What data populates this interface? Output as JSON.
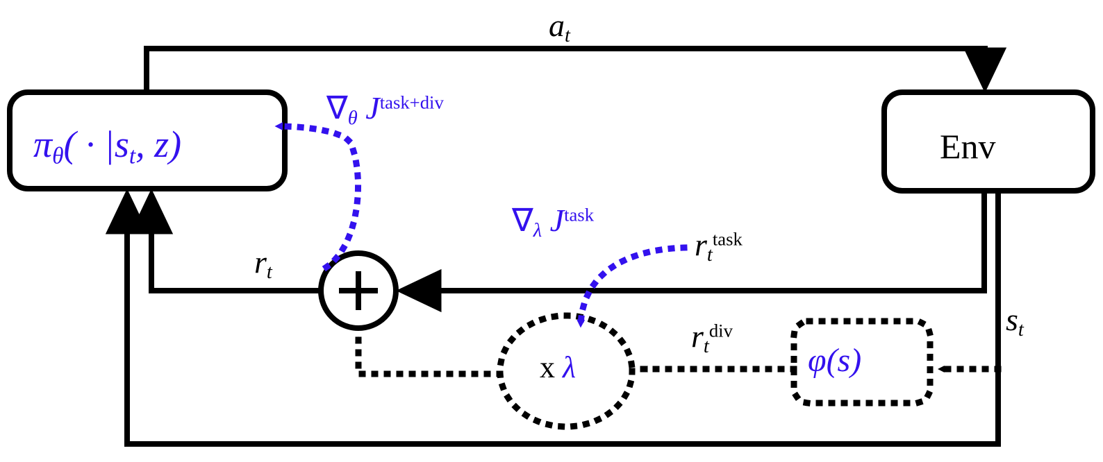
{
  "figure": {
    "type": "block-diagram",
    "title": "Diversity-augmented RL training loop",
    "background_color": "#ffffff",
    "accent_color": "#3311ee",
    "line_color": "#000000"
  },
  "nodes": {
    "policy": {
      "name": "policy-box",
      "label_pi": "π",
      "label_theta": "θ",
      "label_args": "( · |",
      "label_state": "s",
      "label_state_sub": "t",
      "label_comma_z": ", z)",
      "full_label": "πθ(·|s_t, z)",
      "style": "solid-rounded",
      "text_color": "#3311ee"
    },
    "env": {
      "name": "env-box",
      "label": "Env",
      "style": "solid-rounded",
      "text_color": "#000000"
    },
    "sum": {
      "name": "sum-node",
      "label": "+",
      "style": "solid-circle",
      "text_color": "#000000"
    },
    "multiply": {
      "name": "multiply-node",
      "label_x": "x",
      "label_lambda": "λ",
      "full_label": "x λ",
      "style": "dotted-ellipse",
      "text_color_x": "#000000",
      "text_color_lambda": "#3311ee"
    },
    "phi": {
      "name": "phi-box",
      "label_phi": "φ",
      "label_args": "(s)",
      "full_label": "φ(s)",
      "style": "dotted-rounded",
      "text_color": "#3311ee"
    }
  },
  "edge_labels": {
    "action": {
      "base": "a",
      "sub": "t",
      "full": "a_t",
      "color": "#000000"
    },
    "state": {
      "base": "s",
      "sub": "t",
      "full": "s_t",
      "color": "#000000"
    },
    "reward_total": {
      "base": "r",
      "sub": "t",
      "full": "r_t",
      "color": "#000000"
    },
    "reward_task": {
      "base": "r",
      "sub": "t",
      "sup": "task",
      "full": "r_t^task",
      "color": "#000000"
    },
    "reward_div": {
      "base": "r",
      "sub": "t",
      "sup": "div",
      "full": "r_t^div",
      "color": "#000000"
    },
    "grad_theta": {
      "base": "∇",
      "sub": "θ",
      "obj": "J",
      "sup": "task+div",
      "full": "∇θ J^{task+div}",
      "color": "#3311ee"
    },
    "grad_lambda": {
      "base": "∇",
      "sub": "λ",
      "obj": "J",
      "sup": "task",
      "full": "∇λ J^{task}",
      "color": "#3311ee"
    }
  },
  "edges": [
    {
      "name": "policy-to-env-action",
      "from": "policy",
      "to": "env",
      "label": "a_t",
      "style": "solid",
      "color": "#000000"
    },
    {
      "name": "env-to-sum-task-reward",
      "from": "env",
      "to": "sum",
      "label": "r_t^task",
      "style": "solid",
      "color": "#000000"
    },
    {
      "name": "env-to-policy-state",
      "from": "env",
      "to": "policy",
      "label": "s_t",
      "style": "solid",
      "color": "#000000"
    },
    {
      "name": "env-to-phi-state",
      "from": "env",
      "to": "phi",
      "label": "s_t",
      "style": "dotted",
      "color": "#000000"
    },
    {
      "name": "phi-to-multiply-div-reward",
      "from": "phi",
      "to": "multiply",
      "label": "r_t^div",
      "style": "dotted",
      "color": "#000000"
    },
    {
      "name": "multiply-to-sum",
      "from": "multiply",
      "to": "sum",
      "label": "",
      "style": "dotted",
      "color": "#000000"
    },
    {
      "name": "sum-to-policy-reward",
      "from": "sum",
      "to": "policy",
      "label": "r_t",
      "style": "solid",
      "color": "#000000"
    },
    {
      "name": "grad-theta-to-policy",
      "from": "sum",
      "to": "policy",
      "label": "∇θ J^{task+div}",
      "style": "dotted",
      "color": "#3311ee"
    },
    {
      "name": "grad-lambda-to-multiply",
      "from": "reward_task",
      "to": "multiply",
      "label": "∇λ J^{task}",
      "style": "dotted",
      "color": "#3311ee"
    }
  ]
}
